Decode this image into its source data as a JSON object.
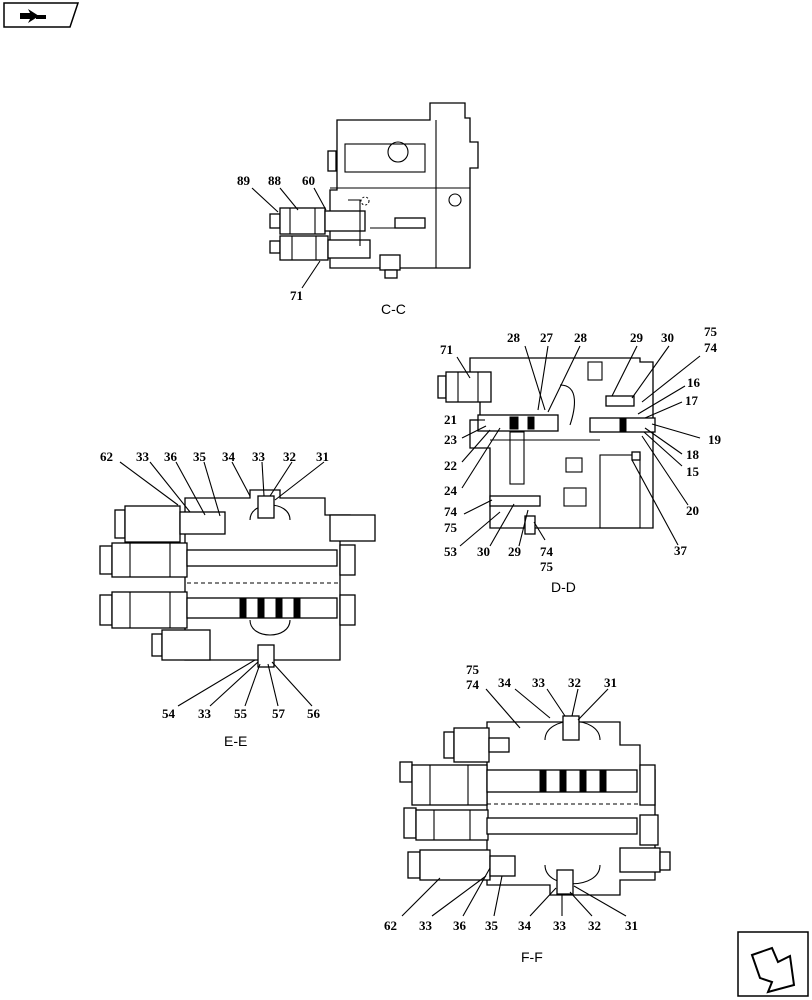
{
  "views": [
    {
      "id": "cc",
      "title": "C-C",
      "callouts": [
        "89",
        "88",
        "60",
        "71"
      ]
    },
    {
      "id": "dd",
      "title": "D-D",
      "callouts": [
        "71",
        "28",
        "27",
        "28",
        "29",
        "30",
        "75",
        "74",
        "16",
        "17",
        "21",
        "23",
        "22",
        "24",
        "74",
        "75",
        "53",
        "30",
        "29",
        "74",
        "75",
        "19",
        "18",
        "15",
        "20",
        "37"
      ]
    },
    {
      "id": "ee",
      "title": "E-E",
      "callouts": [
        "62",
        "33",
        "36",
        "35",
        "34",
        "33",
        "32",
        "31",
        "54",
        "33",
        "55",
        "57",
        "56"
      ]
    },
    {
      "id": "ff",
      "title": "F-F",
      "callouts": [
        "75",
        "74",
        "34",
        "33",
        "32",
        "31",
        "62",
        "33",
        "36",
        "35",
        "34",
        "33",
        "32",
        "31"
      ]
    }
  ],
  "nav": {
    "top_left_icon": "book-arrow-icon",
    "bottom_right_icon": "next-page-arrow-icon"
  }
}
